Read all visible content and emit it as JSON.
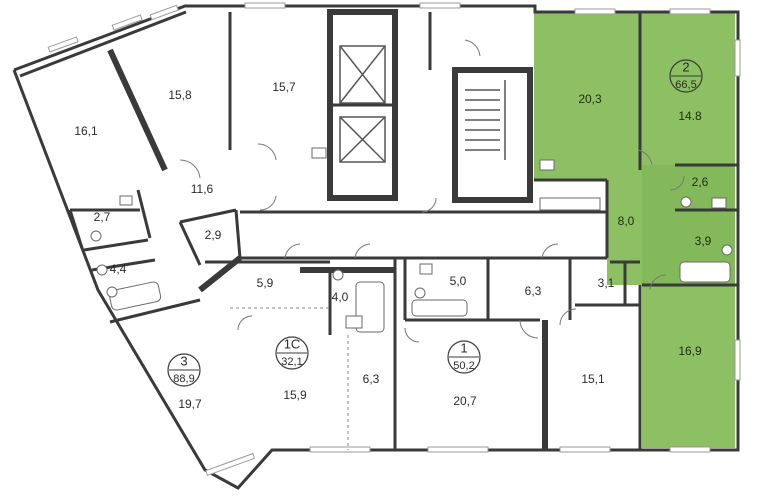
{
  "colors": {
    "highlight_fill": "#8cc063",
    "highlight_fill_dark": "#76ad4c",
    "wall": "#3a3a3a",
    "background": "#ffffff"
  },
  "highlighted_apartment": "2",
  "apartments": [
    {
      "id": "apt-3",
      "number": "3",
      "total_area": "88,9"
    },
    {
      "id": "apt-1c",
      "number": "1С",
      "total_area": "32,1"
    },
    {
      "id": "apt-1",
      "number": "1",
      "total_area": "50,2"
    },
    {
      "id": "apt-2",
      "number": "2",
      "total_area": "66,5"
    }
  ],
  "rooms": [
    {
      "id": "r-16-1",
      "area": "16,1"
    },
    {
      "id": "r-15-8",
      "area": "15,8"
    },
    {
      "id": "r-15-7",
      "area": "15,7"
    },
    {
      "id": "r-11-6",
      "area": "11,6"
    },
    {
      "id": "r-2-7",
      "area": "2,7"
    },
    {
      "id": "r-2-9",
      "area": "2,9"
    },
    {
      "id": "r-4-4",
      "area": "4,4"
    },
    {
      "id": "r-19-7",
      "area": "19,7"
    },
    {
      "id": "r-5-9",
      "area": "5,9"
    },
    {
      "id": "r-4-0",
      "area": "4,0"
    },
    {
      "id": "r-15-9",
      "area": "15,9"
    },
    {
      "id": "r-6-3a",
      "area": "6,3"
    },
    {
      "id": "r-5-0",
      "area": "5,0"
    },
    {
      "id": "r-6-3b",
      "area": "6,3"
    },
    {
      "id": "r-3-1",
      "area": "3,1"
    },
    {
      "id": "r-20-7",
      "area": "20,7"
    },
    {
      "id": "r-15-1",
      "area": "15,1"
    },
    {
      "id": "r-20-3",
      "area": "20,3"
    },
    {
      "id": "r-14-8",
      "area": "14.8"
    },
    {
      "id": "r-2-6",
      "area": "2,6"
    },
    {
      "id": "r-8-0",
      "area": "8,0"
    },
    {
      "id": "r-3-9",
      "area": "3,9"
    },
    {
      "id": "r-16-9",
      "area": "16,9"
    }
  ]
}
